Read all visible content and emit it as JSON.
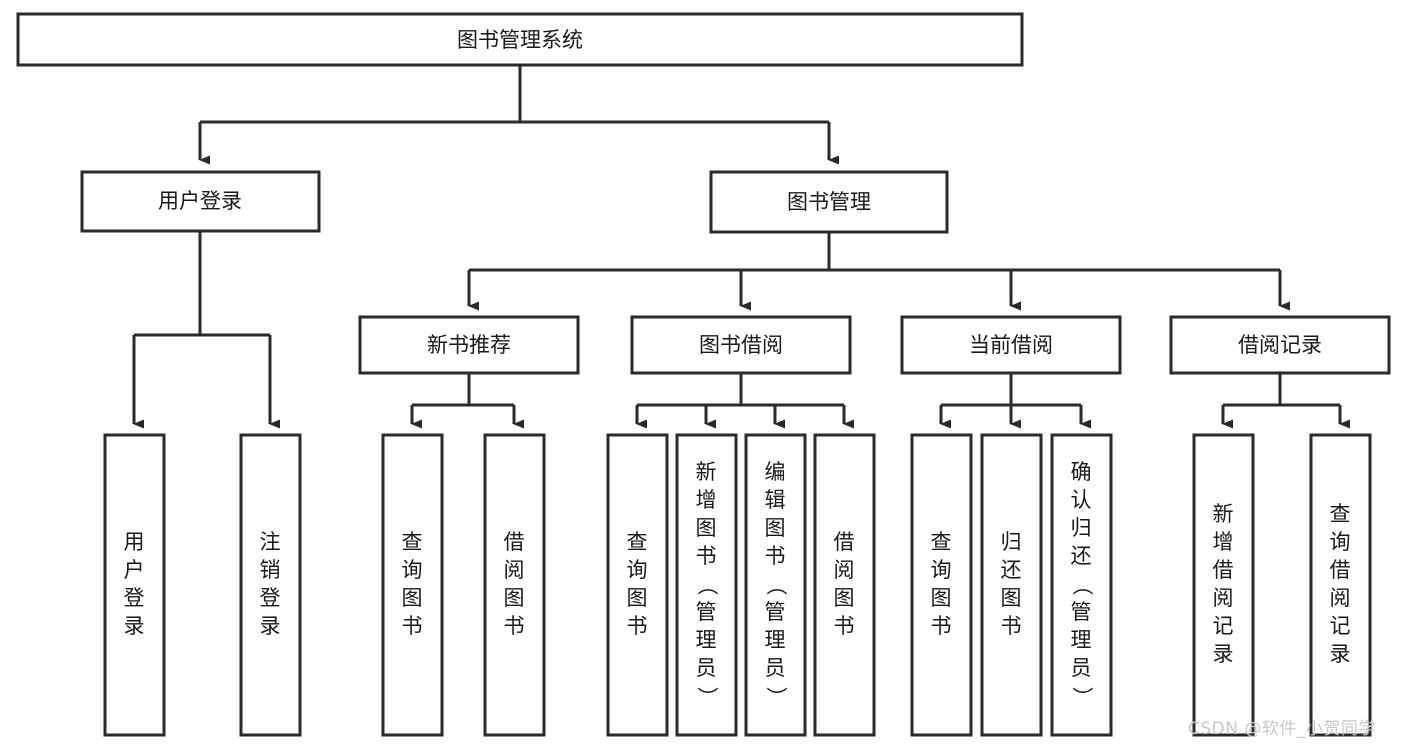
{
  "diagram": {
    "title": "图书管理系统",
    "type": "tree",
    "watermark": "CSDN @软件_小贺同学",
    "colors": {
      "box_stroke": "#2b2b2b",
      "box_fill": "#ffffff",
      "connector": "#2b2b2b",
      "text": "#1a1a1a",
      "watermark": "#c9c9c9",
      "background": "#ffffff"
    },
    "root": {
      "label": "图书管理系统"
    },
    "level2": [
      {
        "label": "用户登录"
      },
      {
        "label": "图书管理"
      }
    ],
    "level3": [
      {
        "label": "新书推荐"
      },
      {
        "label": "图书借阅"
      },
      {
        "label": "当前借阅"
      },
      {
        "label": "借阅记录"
      }
    ],
    "leaves": {
      "user_login": [
        {
          "label": "用户登录"
        },
        {
          "label": "注销登录"
        }
      ],
      "new_book_recommend": [
        {
          "label": "查询图书"
        },
        {
          "label": "借阅图书"
        }
      ],
      "book_borrow": [
        {
          "label": "查询图书"
        },
        {
          "label": "新增图书（管理员）"
        },
        {
          "label": "编辑图书（管理员）"
        },
        {
          "label": "借阅图书"
        }
      ],
      "current_borrow": [
        {
          "label": "查询图书"
        },
        {
          "label": "归还图书"
        },
        {
          "label": "确认归还（管理员）"
        }
      ],
      "borrow_record": [
        {
          "label": "新增借阅记录"
        },
        {
          "label": "查询借阅记录"
        }
      ]
    }
  }
}
